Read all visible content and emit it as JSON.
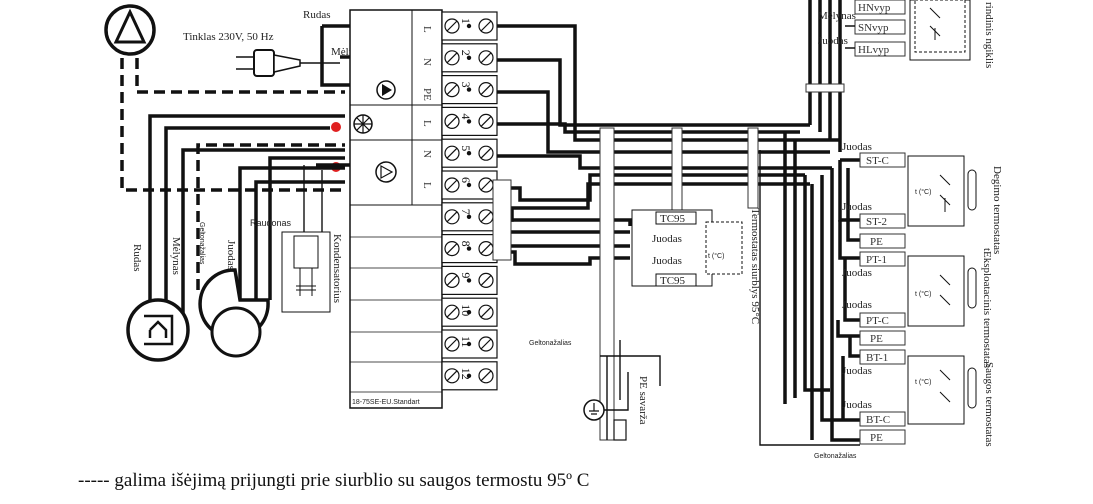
{
  "labels": {
    "rudas_top": "Rudas",
    "tinklas": "Tinklas 230V, 50 Hz",
    "melynas_top": "Mėlynas",
    "mains_L": "L",
    "mains_N": "N",
    "mains_PE": "PE",
    "fan_L": "L",
    "fan_N": "N",
    "pump_L": "L",
    "raudonas": "Raudonas",
    "kondensatorius": "Kondensatorius",
    "rudas_left": "Rudas",
    "melynas_left": "Mėlynas",
    "geltonazalias_left": "Geltonažalias",
    "juodas_left": "Juodas",
    "controller_model": "18-75SE-EU.Standart",
    "tc95_top": "TC95",
    "tc95_bottom": "TC95",
    "juodas_tc1": "Juodas",
    "juodas_tc2": "Juodas",
    "tc_box": "t (°C)",
    "termostatas_siurblys": "Termostatas siurblys 95°C",
    "geltonazalias_mid": "Geltonažalias",
    "pe_savarza": "PE savarža",
    "hnvyp": "HNvyp",
    "snvyp": "SNvyp",
    "hlvyp": "HLvyp",
    "melynas_right": "Mėlynas",
    "juodas_right": "Juodas",
    "main_switch": "rindinis ngiklis",
    "juodas_r1": "Juodas",
    "st_c": "ST-C",
    "st_2": "ST-2",
    "pe_1": "PE",
    "juodas_r2": "Juodas",
    "degimo": "Degimo termostatas",
    "pt_1": "PT-1",
    "juodas_r3": "Juodas",
    "juodas_r4": "Juodas",
    "pt_c": "PT-C",
    "pe_2": "PE",
    "eksploatacinis": "tEksploatacinis termostatas",
    "bt_1": "BT-1",
    "juodas_r5": "Juodas",
    "juodas_r6": "Juodas",
    "bt_c": "BT-C",
    "pe_3": "PE",
    "saugos": "Saugos termostatas",
    "tc_r1": "t (°C)",
    "tc_r2": "t (°C)",
    "tc_r3": "t (°C)",
    "geltonazalias_bottom": "Geltonažalias"
  },
  "terminals": [
    "1",
    "2",
    "3",
    "4",
    "5",
    "6",
    "7",
    "8",
    "9",
    "10",
    "11",
    "12"
  ],
  "note": "----- galima išėjimą prijungti prie siurblio su saugos termostu  95º C"
}
